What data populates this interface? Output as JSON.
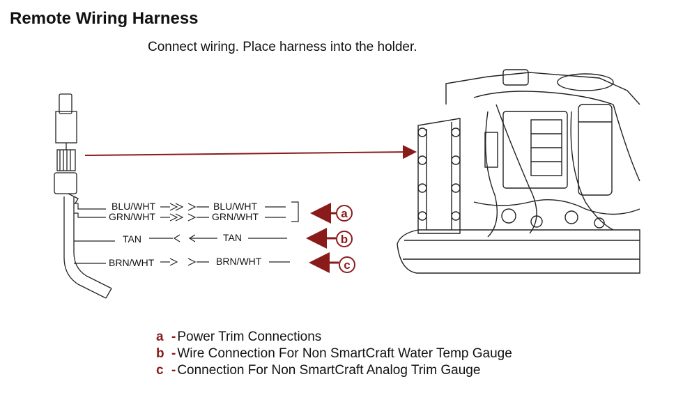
{
  "header": {
    "title": "Remote Wiring Harness",
    "subtitle": "Connect wiring. Place harness into the holder."
  },
  "wires": {
    "left": [
      "BLU/WHT",
      "GRN/WHT",
      "TAN",
      "BRN/WHT"
    ],
    "right": [
      "BLU/WHT",
      "GRN/WHT",
      "TAN",
      "BRN/WHT"
    ]
  },
  "callouts": [
    "a",
    "b",
    "c"
  ],
  "legend": [
    {
      "key": "a",
      "dash": "-",
      "text": "Power Trim Connections"
    },
    {
      "key": "b",
      "dash": "-",
      "text": "Wire Connection For Non SmartCraft Water Temp Gauge"
    },
    {
      "key": "c",
      "dash": "-",
      "text": "Connection For Non SmartCraft Analog Trim Gauge"
    }
  ],
  "colors": {
    "accent": "#8a1b1b",
    "line": "#222222"
  }
}
